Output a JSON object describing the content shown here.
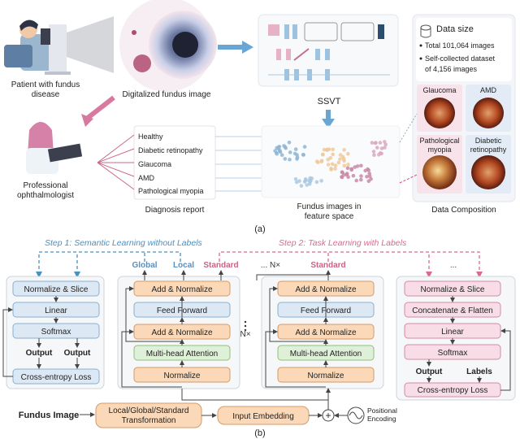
{
  "part_a": {
    "patient_label_1": "Patient with fundus",
    "patient_label_2": "disease",
    "fundus_label": "Digitalized fundus image",
    "model_label": "SSVT",
    "doctor_label_1": "Professional",
    "doctor_label_2": "ophthalmologist",
    "report_title": "Diagnosis report",
    "report_items": [
      "Healthy",
      "Diabetic retinopathy",
      "Glaucoma",
      "AMD",
      "Pathological myopia"
    ],
    "feature_label_1": "Fundus images in",
    "feature_label_2": "feature space",
    "data_size_title": "Data size",
    "data_size_items": [
      "Total 101,064 images",
      "Self-collected dataset",
      "of 4,156 images"
    ],
    "data_classes": [
      "Glaucoma",
      "AMD",
      "Pathological",
      "myopia",
      "Diabetic",
      "retinopathy"
    ],
    "data_composition": "Data Composition",
    "caption": "(a)"
  },
  "part_b": {
    "step1": "Step 1: Semantic Learning without Labels",
    "step2": "Step 2: Task Learning with Labels",
    "global": "Global",
    "local": "Local",
    "standard": "Standard",
    "standard2": "Standard",
    "nx_top": "... N×",
    "nx_mid": "N×",
    "ellipsis": "...",
    "left_block": [
      "Normalize & Slice",
      "Linear",
      "Softmax",
      "Cross-entropy Loss"
    ],
    "output1": "Output",
    "output2": "Output",
    "transformer": [
      "Add & Normalize",
      "Feed Forward",
      "Add & Normalize",
      "Multi-head Attention",
      "Normalize"
    ],
    "right_block": [
      "Normalize & Slice",
      "Concatenate & Flatten",
      "Linear",
      "Softmax",
      "Cross-entropy Loss"
    ],
    "output3": "Output",
    "labels": "Labels",
    "fundus_image": "Fundus Image",
    "transform_1": "Local/Global/Standard",
    "transform_2": "Transformation",
    "embedding": "Input Embedding",
    "pos_1": "Positional",
    "pos_2": "Encoding",
    "plus": "+",
    "caption": "(b)"
  },
  "colors": {
    "blue_box": "#dce9f5",
    "green_box": "#dff0d8",
    "pink_box": "#f8dde6",
    "orange_box": "#fbd9b8",
    "step1": "#4a90c2",
    "step2": "#d86b8f"
  }
}
